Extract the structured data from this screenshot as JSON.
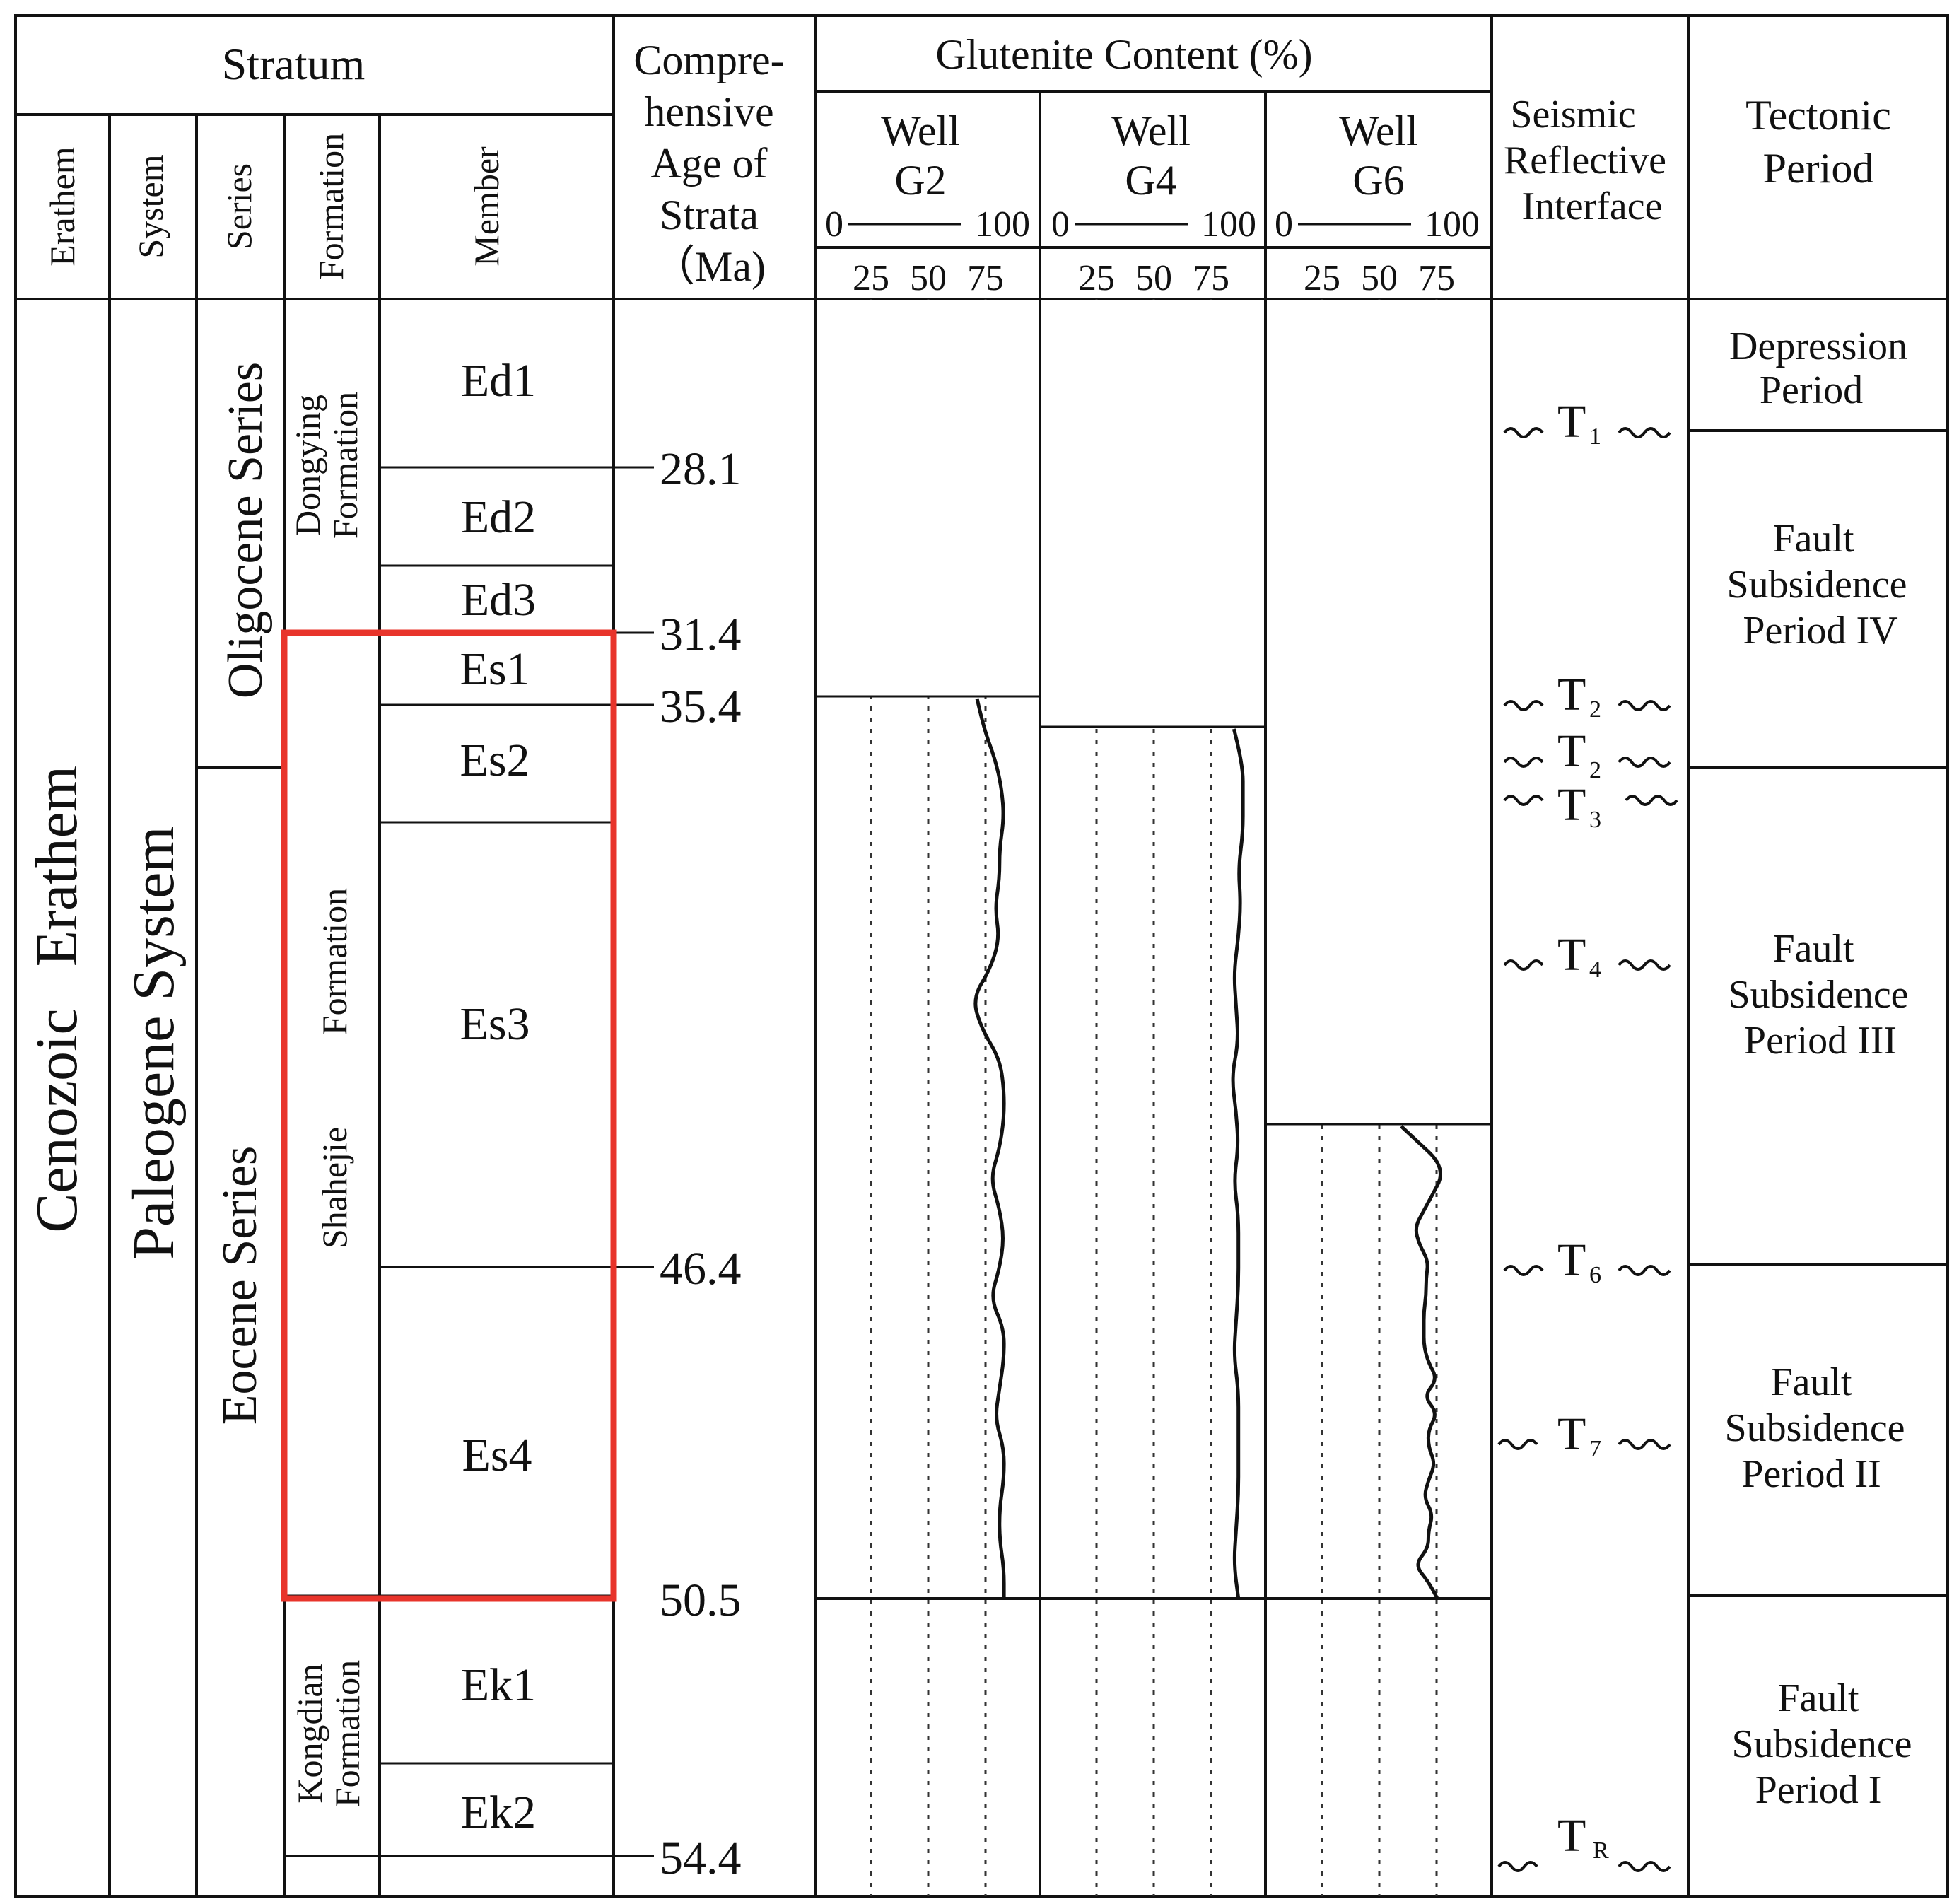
{
  "headers": {
    "stratum": "Stratum",
    "erathem": "Erathem",
    "system": "System",
    "series": "Series",
    "formation": "Formation",
    "member": "Member",
    "age": [
      "Compre-",
      "hensive",
      "Age of",
      "Strata",
      "（Ma)"
    ],
    "glutenite": "Glutenite Content  (%)",
    "wells": [
      {
        "l1": "Well",
        "l2": "G2"
      },
      {
        "l1": "Well",
        "l2": "G4"
      },
      {
        "l1": "Well",
        "l2": "G6"
      }
    ],
    "scale_min": "0",
    "scale_max": "100",
    "ticks": [
      "25",
      "50",
      "75"
    ],
    "seismic": [
      "Seismic",
      "Reflective",
      "Interface"
    ],
    "tectonic": [
      "Tectonic",
      "Period"
    ]
  },
  "stratigraphy": {
    "erathem_a": "Cenozoic",
    "erathem_b": "Erathem",
    "system": "Paleogene System",
    "series": [
      {
        "id": "oligocene",
        "label": "Oligocene Series"
      },
      {
        "id": "eocene",
        "label": "Eocene Series"
      }
    ],
    "formations": [
      {
        "id": "dongying",
        "l1": "Dongying",
        "l2": "Formation"
      },
      {
        "id": "shahejie",
        "l1": "Shahejie",
        "l2": "Formation"
      },
      {
        "id": "kongdian",
        "l1": "Kongdian",
        "l2": "Formation"
      }
    ],
    "members": [
      "Ed1",
      "Ed2",
      "Ed3",
      "Es1",
      "Es2",
      "Es3",
      "Es4",
      "Ek1",
      "Ek2"
    ],
    "ages": [
      "28.1",
      "31.4",
      "35.4",
      "46.4",
      "50.5",
      "54.4"
    ]
  },
  "seismic_interfaces": [
    {
      "label": "T",
      "sub": "1"
    },
    {
      "label": "T",
      "sub": "2"
    },
    {
      "label": "T",
      "sub": "2"
    },
    {
      "label": "T",
      "sub": "3"
    },
    {
      "label": "T",
      "sub": "4"
    },
    {
      "label": "T",
      "sub": "6"
    },
    {
      "label": "T",
      "sub": "7"
    },
    {
      "label": "T",
      "sub": "R"
    }
  ],
  "tectonic_periods": [
    {
      "l1": "Depression",
      "l2": "Period",
      "l3": ""
    },
    {
      "l1": "Fault",
      "l2": "Subsidence",
      "l3": "Period IV"
    },
    {
      "l1": "Fault",
      "l2": "Subsidence",
      "l3": "Period III"
    },
    {
      "l1": "Fault",
      "l2": "Subsidence",
      "l3": "Period II"
    },
    {
      "l1": "Fault",
      "l2": "Subsidence",
      "l3": "Period I"
    }
  ],
  "glutenite_profiles": {
    "unit": "%",
    "range": [
      0,
      100
    ],
    "wells": [
      {
        "well": "G2",
        "top_member": "Es2",
        "values": [
          72,
          75,
          80,
          83,
          84,
          82,
          82,
          80,
          82,
          78,
          70,
          74,
          82,
          84,
          84,
          82,
          78,
          82,
          84,
          82,
          78,
          84,
          84,
          82,
          80,
          84,
          84,
          82,
          82,
          84,
          84
        ]
      },
      {
        "well": "G4",
        "top_member": "Es2",
        "values": [
          86,
          90,
          90,
          90,
          88,
          89,
          88,
          86,
          87,
          88,
          85,
          87,
          88,
          86,
          88,
          88,
          88,
          87,
          86,
          88,
          88,
          88,
          88,
          87,
          86,
          88
        ]
      },
      {
        "well": "G6",
        "top_member": "Es3",
        "values": [
          60,
          68,
          76,
          78,
          74,
          70,
          66,
          68,
          72,
          71,
          71,
          70,
          70,
          70,
          72,
          76,
          70,
          76,
          72,
          72,
          75,
          72,
          70,
          74,
          72,
          72,
          66,
          72,
          76
        ]
      }
    ]
  }
}
